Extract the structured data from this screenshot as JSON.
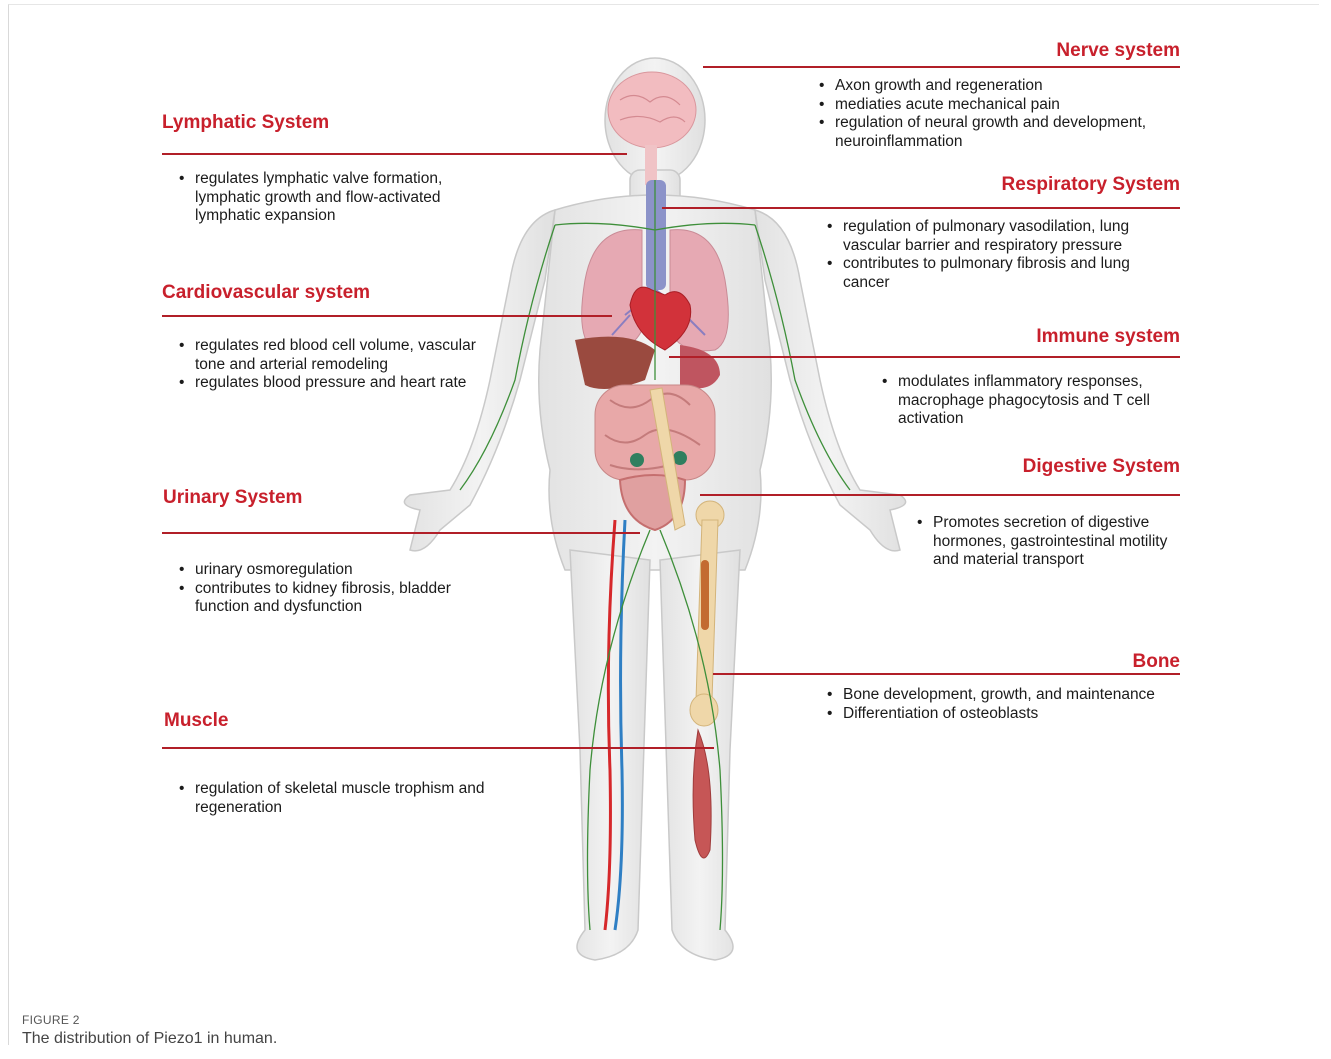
{
  "systems": [
    {
      "key": "nerve",
      "title": "Nerve system",
      "side": "right",
      "items": [
        "Axon growth and regeneration",
        "mediaties acute mechanical pain",
        "regulation of neural growth and development, neuroinflammation"
      ]
    },
    {
      "key": "lymphatic",
      "title": "Lymphatic System",
      "side": "left",
      "items": [
        "regulates lymphatic valve formation, lymphatic growth and  flow-activated lymphatic expansion"
      ]
    },
    {
      "key": "respiratory",
      "title": "Respiratory System",
      "side": "right",
      "items": [
        "regulation of pulmonary vasodilation, lung vascular barrier and respiratory pressure",
        "contributes to pulmonary fibrosis and lung cancer"
      ]
    },
    {
      "key": "cardiovascular",
      "title": "Cardiovascular system",
      "side": "left",
      "items": [
        "regulates red blood cell volume, vascular tone and arterial remodeling",
        "regulates  blood pressure and heart rate"
      ]
    },
    {
      "key": "immune",
      "title": "Immune system",
      "side": "right",
      "items": [
        "modulates inflammatory responses, macrophage phagocytosis and T cell activation"
      ]
    },
    {
      "key": "digestive",
      "title": "Digestive System",
      "side": "right",
      "items": [
        "Promotes secretion of digestive hormones,  gastrointestinal motility and material transport"
      ]
    },
    {
      "key": "urinary",
      "title": "Urinary System",
      "side": "left",
      "items": [
        "urinary osmoregulation",
        "contributes to kidney fibrosis, bladder function and dysfunction"
      ]
    },
    {
      "key": "bone",
      "title": "Bone",
      "side": "right",
      "items": [
        "Bone development, growth, and maintenance",
        "Differentiation of osteoblasts"
      ]
    },
    {
      "key": "muscle",
      "title": "Muscle",
      "side": "left",
      "items": [
        "regulation of skeletal muscle trophism and regeneration"
      ]
    }
  ],
  "caption": {
    "label": "FIGURE 2",
    "text": "The distribution of Piezo1 in human."
  },
  "colors": {
    "accent": "#c8202c",
    "rule": "#b11f28",
    "lymph": "#3e8f3a",
    "artery": "#d6282b",
    "vein": "#2f7fc4",
    "skin": "#ededed"
  }
}
